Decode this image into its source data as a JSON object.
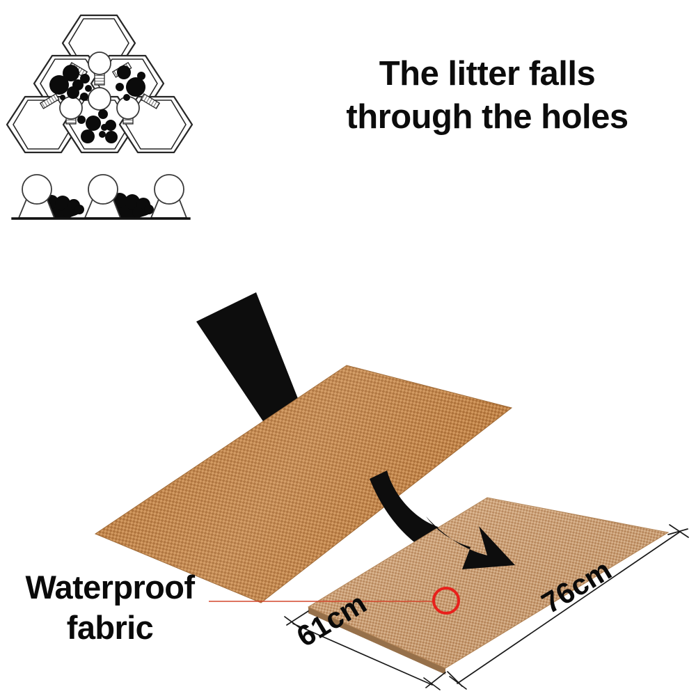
{
  "headline": {
    "text": "The litter falls\nthrough the holes"
  },
  "labels": {
    "waterproof": "Waterproof\nfabric"
  },
  "dimensions": {
    "width_label": "61cm",
    "length_label": "76cm"
  },
  "diagram": {
    "honeycomb_name": "honeycomb-top-view",
    "side_view_name": "honeycomb-side-view"
  },
  "colors": {
    "mat_top": "#b9793a",
    "mat_bottom": "#cb9f76",
    "arrow": "#0d0d0d",
    "annotation_red": "#e8201b",
    "text": "#0b0b0b"
  },
  "product": {
    "top_mat_name": "mesh-litter-mat-top-layer",
    "bottom_mat_name": "waterproof-fabric-bottom-layer"
  }
}
